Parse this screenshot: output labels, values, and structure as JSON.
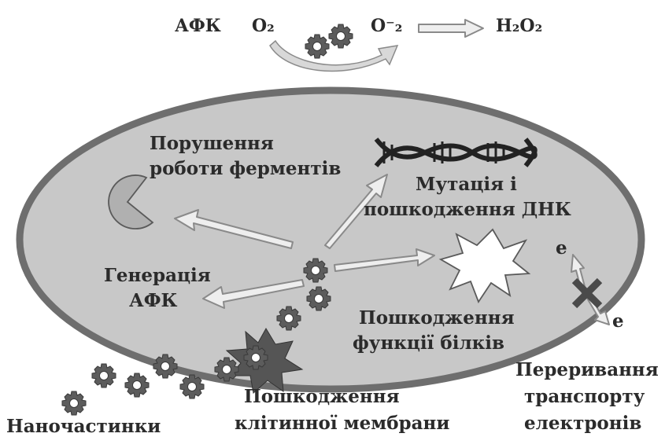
{
  "diagram": {
    "top": {
      "afk": "АФК",
      "o2": "O₂",
      "superoxide": "O⁻₂",
      "h2o2": "H₂O₂"
    },
    "labels": {
      "enzyme": [
        "Порушення",
        "роботи ферментів"
      ],
      "dna": [
        "Мутація і",
        "пошкодження ДНК"
      ],
      "ros_generation": [
        "Генерація",
        "АФК"
      ],
      "protein": [
        "Пошкодження",
        "функції білків"
      ],
      "membrane": [
        "Пошкодження",
        "клітинної мембрани"
      ],
      "nanoparticles": "Наночастинки",
      "electron_transport": [
        "Переривання",
        "транспорту",
        "електронів"
      ],
      "electron": "e"
    },
    "colors": {
      "cell_fill": "#c8c8c8",
      "cell_border": "#6e6e6e",
      "gear_fill": "#5c5c5c",
      "text": "#2b2b2b"
    },
    "icons": [
      "gear-icon",
      "pacman-enzyme-icon",
      "dna-helix-icon",
      "starburst-icon",
      "x-cross-icon",
      "curved-arrow-icon"
    ]
  }
}
